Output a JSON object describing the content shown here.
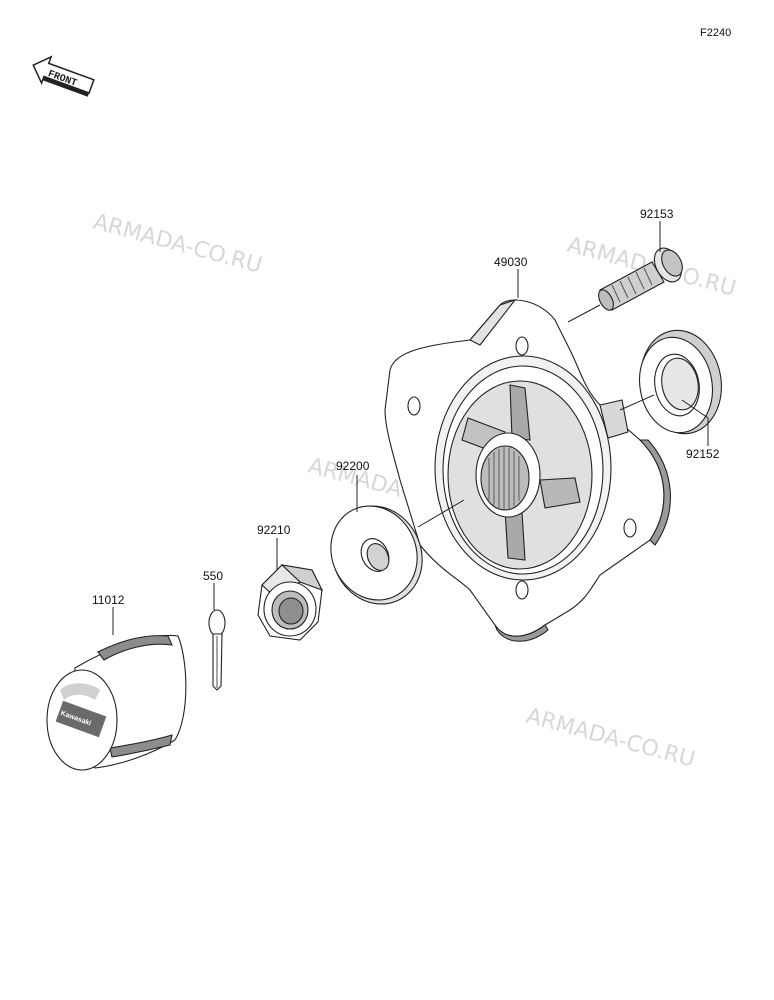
{
  "figure": {
    "code": "F2240",
    "front_label": "FRONT"
  },
  "watermark_text": "ARMADA-CO.RU",
  "parts": [
    {
      "number": "92153",
      "name": "stud-bolt"
    },
    {
      "number": "49030",
      "name": "hub"
    },
    {
      "number": "92152",
      "name": "oil-seal"
    },
    {
      "number": "92200",
      "name": "washer"
    },
    {
      "number": "92210",
      "name": "castle-nut"
    },
    {
      "number": "550",
      "name": "cotter-pin"
    },
    {
      "number": "11012",
      "name": "hub-cap"
    }
  ],
  "hub_cap_emblem": "Kawasaki",
  "colors": {
    "part_fill": "#ffffff",
    "part_shade": "#d0d0d0",
    "part_dark": "#8c8c8c",
    "line": "#222222",
    "watermark": "#d7d7d7"
  }
}
